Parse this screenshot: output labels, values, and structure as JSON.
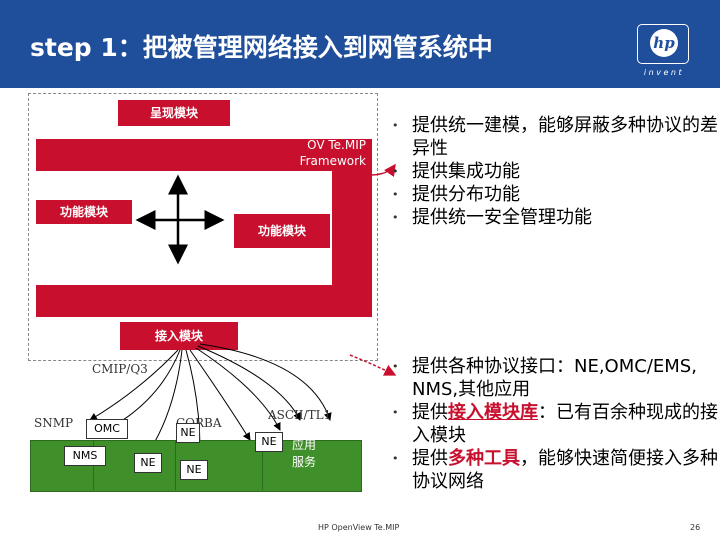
{
  "header": {
    "title": "step 1：把被管理网络接入到网管系统中",
    "logo_text": "hp",
    "logo_subtext": "invent"
  },
  "architecture": {
    "presentation_module": "呈现模块",
    "framework_line1": "OV Te.MIP",
    "framework_line2": "Framework",
    "function_module_left": "功能模块",
    "function_module_right": "功能模块",
    "access_module": "接入模块"
  },
  "protocols": {
    "cmip": "CMIP/Q3",
    "snmp": "SNMP",
    "corba": "CORBA",
    "ascii": "ASCII/TL1"
  },
  "networks": {
    "omc": "OMC",
    "nms": "NMS",
    "ne": "NE",
    "other_apps_line1": "应用",
    "other_apps_line2": "服务"
  },
  "bullets_top": [
    "提供统一建模，能够屏蔽多种协议的差异性",
    "提供集成功能",
    "提供分布功能",
    "提供统一安全管理功能"
  ],
  "bullets_bottom": {
    "b1": "提供各种协议接口：NE,OMC/EMS, NMS,其他应用",
    "b2_pre": "提供",
    "b2_highlight": "接入模块库",
    "b2_post": "：已有百余种现成的接入模块",
    "b3_pre": "提供",
    "b3_highlight": "多种工具",
    "b3_post": "，能够快速简便接入多种协议网络"
  },
  "footer": {
    "text": "HP OpenView Te.MIP",
    "page": "26"
  },
  "colors": {
    "header_blue": "#1f4e9a",
    "accent_red": "#c8102e",
    "network_green": "#3f8f2a"
  }
}
